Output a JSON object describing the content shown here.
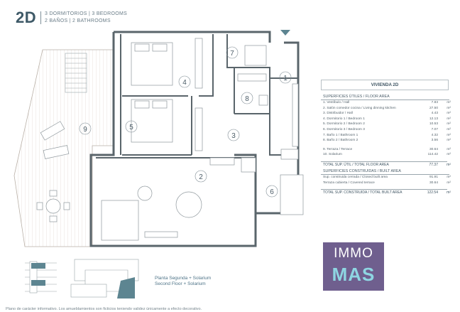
{
  "header": {
    "unit_code": "2D",
    "line1": "3 DORMITORIOS | 3 BEDROOMS",
    "line2": "2 BAÑOS | 2 BATHROOMS"
  },
  "plan": {
    "room_numbers": [
      "1",
      "2",
      "3",
      "4",
      "5",
      "6",
      "7",
      "8",
      "9"
    ]
  },
  "table": {
    "title": "VIVIENDA 2D",
    "useful_heading": "SUPERFICIES ÚTILES / FLOOR AREA",
    "rooms": [
      {
        "label": "1. Vestíbulo / Hall",
        "value": "7.83",
        "unit": "m²"
      },
      {
        "label": "2. Salón comedor cocina / Living dinning kitchen",
        "value": "27.50",
        "unit": "m²"
      },
      {
        "label": "3. Distribuidor / Hall",
        "value": "4.43",
        "unit": "m²"
      },
      {
        "label": "4. Dormitorio 1 / Bedroom 1",
        "value": "12.13",
        "unit": "m²"
      },
      {
        "label": "5. Dormitorio 2 / Bedroom 2",
        "value": "10.53",
        "unit": "m²"
      },
      {
        "label": "6. Dormitorio 3 / Bedroom 3",
        "value": "7.07",
        "unit": "m²"
      },
      {
        "label": "7. Baño 1 / Bathroom 1",
        "value": "4.32",
        "unit": "m²"
      },
      {
        "label": "8. Baño 2 / Bathroom 2",
        "value": "3.56",
        "unit": "m²"
      }
    ],
    "outdoor": [
      {
        "label": "9. Terraza / Terrace",
        "value": "30.64",
        "unit": "m²"
      },
      {
        "label": "10. Solarium",
        "value": "114.42",
        "unit": "m²"
      }
    ],
    "total_useful": {
      "label": "TOTAL SUP. ÚTIL / TOTAL FLOOR AREA",
      "value": "77.37",
      "unit": "m²"
    },
    "built_heading": "SUPERFICIES CONSTRUIDAS / BUILT AREA",
    "built": [
      {
        "label": "Sup. construida cerrada / Closed built area",
        "value": "91.91",
        "unit": "m²"
      },
      {
        "label": "Terraza cubierta / Covered terrace",
        "value": "30.64",
        "unit": "m²"
      }
    ],
    "total_built": {
      "label": "TOTAL SUP. CONSTRUIDA / TOTAL BUILT AREA",
      "value": "122.54",
      "unit": "m²"
    }
  },
  "floor": {
    "es": "Planta Segunda + Solarium",
    "en": "Second Floor + Solarium"
  },
  "logo": {
    "line1": "IMMO",
    "line2": "MAS"
  },
  "footer": "Plano de carácter informativo. Los amueblamientos son ficticios teniendo validez únicamente a efecto decorativo.",
  "colors": {
    "accent": "#3e5967",
    "highlight": "#5d8591",
    "logo_bg": "#6f5f8e",
    "logo_accent": "#8ed6e2"
  }
}
